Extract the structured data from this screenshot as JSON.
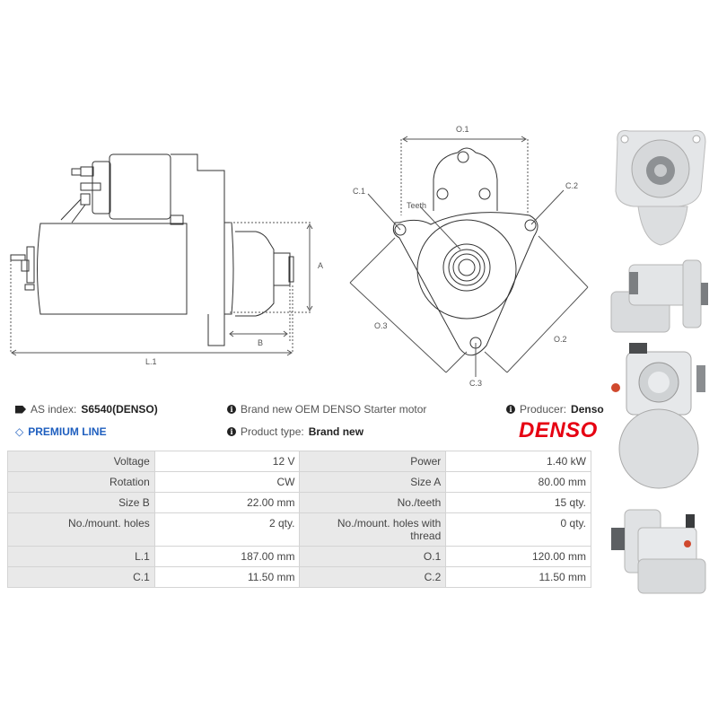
{
  "drawings": {
    "side_view": {
      "labels": {
        "A": "A",
        "B": "B",
        "L1": "L.1"
      }
    },
    "front_view": {
      "labels": {
        "O1": "O.1",
        "O2": "O.2",
        "O3": "O.3",
        "C1": "C.1",
        "C2": "C.2",
        "C3": "C.3",
        "teeth": "Teeth"
      }
    }
  },
  "info": {
    "as_index_label": "AS index:",
    "as_index_value": "S6540(DENSO)",
    "premium_line": "PREMIUM LINE",
    "description": "Brand new OEM DENSO Starter motor",
    "product_type_label": "Product type:",
    "product_type_value": "Brand new",
    "producer_label": "Producer:",
    "producer_value": "Denso",
    "brand_logo": "DENSO",
    "brand_color": "#e60012",
    "premium_color": "#1f5fbf"
  },
  "specs": [
    {
      "k1": "Voltage",
      "v1": "12 V",
      "k2": "Power",
      "v2": "1.40 kW"
    },
    {
      "k1": "Rotation",
      "v1": "CW",
      "k2": "Size A",
      "v2": "80.00 mm"
    },
    {
      "k1": "Size B",
      "v1": "22.00 mm",
      "k2": "No./teeth",
      "v2": "15 qty."
    },
    {
      "k1": "No./mount. holes",
      "v1": "2 qty.",
      "k2": "No./mount. holes with thread",
      "v2": "0 qty."
    },
    {
      "k1": "L.1",
      "v1": "187.00 mm",
      "k2": "O.1",
      "v2": "120.00 mm"
    },
    {
      "k1": "C.1",
      "v1": "11.50 mm",
      "k2": "C.2",
      "v2": "11.50 mm"
    }
  ],
  "photos": [
    {
      "name": "front-view-photo"
    },
    {
      "name": "side-view-photo"
    },
    {
      "name": "rear-view-photo"
    },
    {
      "name": "side-view-photo-2"
    }
  ]
}
